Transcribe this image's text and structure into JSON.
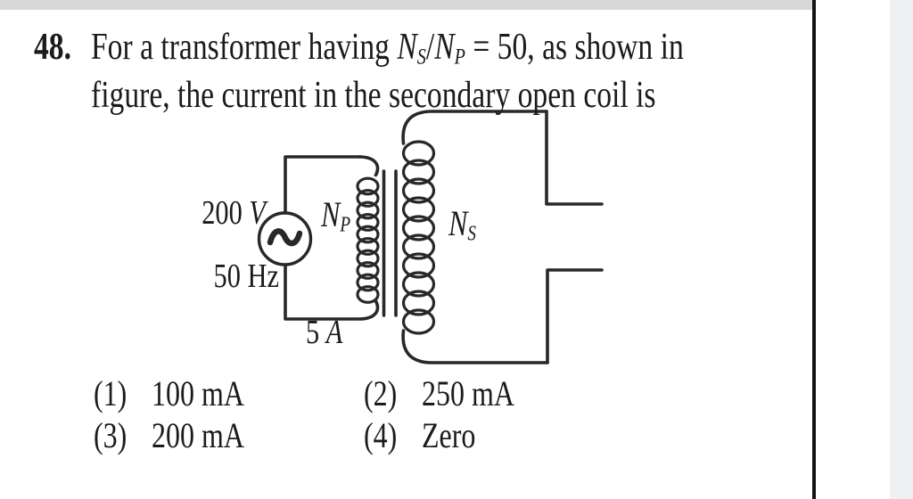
{
  "page": {
    "background": "#ffffff",
    "top_strip_color": "#d7d7d7",
    "divider_color": "#141414",
    "right_strip_color": "#eff0f2",
    "text_color": "#1b1b1b",
    "line_color": "#282828"
  },
  "question": {
    "number": "48.",
    "line1_pre": "For a transformer having ",
    "ratio": {
      "n1": "N",
      "sub1": "S",
      "slash": "/",
      "n2": "N",
      "sub2": "P"
    },
    "line1_post": " = 50, as shown in",
    "line2": "figure, the current in the secondary open coil is"
  },
  "diagram": {
    "source_voltage": "200",
    "voltage_unit": "V",
    "source_frequency": "50",
    "frequency_unit": "Hz",
    "primary_coil_label": {
      "symbol": "N",
      "subscript": "P"
    },
    "secondary_coil_label": {
      "symbol": "N",
      "subscript": "S"
    },
    "primary_current": "5",
    "current_unit": "A"
  },
  "options": [
    {
      "num": "(1)",
      "text": "100 mA"
    },
    {
      "num": "(2)",
      "text": "250 mA"
    },
    {
      "num": "(3)",
      "text": "200 mA"
    },
    {
      "num": "(4)",
      "text": "Zero"
    }
  ]
}
